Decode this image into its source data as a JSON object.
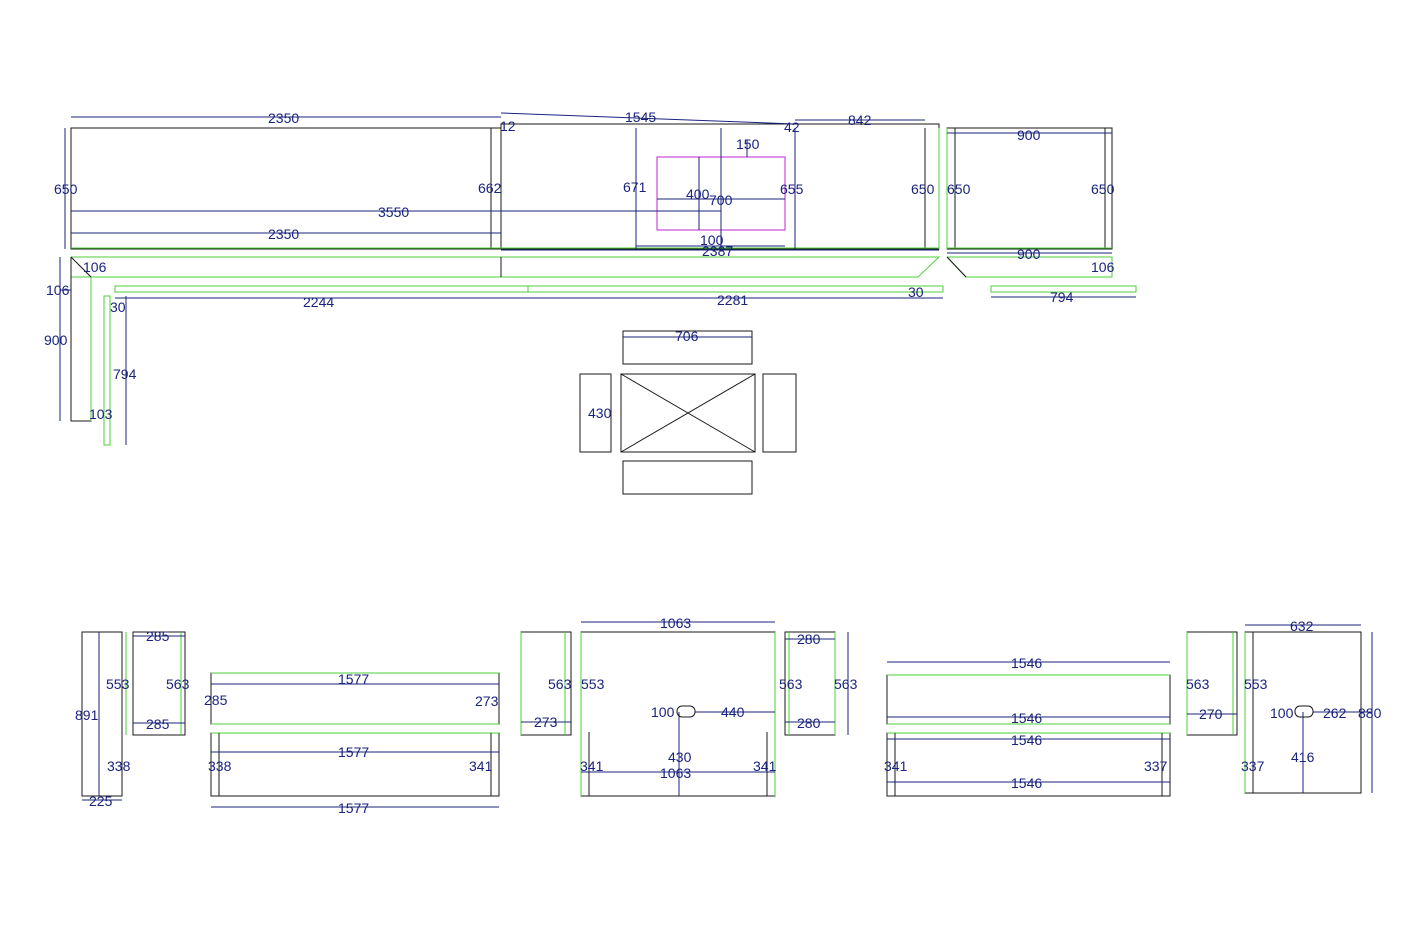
{
  "colors": {
    "background": "#ffffff",
    "line": "#1a1a1a",
    "dimension": "#1a237e",
    "panel_edge": "#4cd137",
    "sink_cutout": "#c026d3"
  },
  "labels": {
    "top_2350": "2350",
    "top_12": "12",
    "top_1545": "1545",
    "top_42": "42",
    "top_842": "842",
    "top_900": "900",
    "left_650": "650",
    "mid_662": "662",
    "sink_671": "671",
    "sink_150": "150",
    "sink_400": "400",
    "sink_700": "700",
    "sink_655": "655",
    "right_650_a": "650",
    "right_650_b": "650",
    "far_650": "650",
    "dim_3550": "3550",
    "dim_2350_low": "2350",
    "sink_100": "100",
    "dim_2387": "2387",
    "island_900_bottom": "900",
    "island_106": "106",
    "leg_106_a": "106",
    "leg_106_b": "106",
    "leg_30": "30",
    "dim_2244": "2244",
    "dim_2281": "2281",
    "dim_30_right": "30",
    "dim_794_right": "794",
    "leg_900": "900",
    "leg_794": "794",
    "leg_103": "103",
    "box_706": "706",
    "box_430": "430",
    "c1_285_top": "285",
    "c1_553": "553",
    "c1_563": "563",
    "c1_891": "891",
    "c1_285_bottom": "285",
    "c1_338": "338",
    "c1_225": "225",
    "c2_1577_top": "1577",
    "c2_285": "285",
    "c2_273": "273",
    "c2_1577_mid": "1577",
    "c2_338": "338",
    "c2_341": "341",
    "c2_1577_bottom": "1577",
    "c3_1063_top": "1063",
    "c3_563": "563",
    "c3_553": "553",
    "c3_273": "273",
    "c3_100": "100",
    "c3_440": "440",
    "c3_563_right": "563",
    "c3_280_top": "280",
    "c3_563_far": "563",
    "c3_280_bottom": "280",
    "c3_430": "430",
    "c3_1063_bottom": "1063",
    "c3_341_left": "341",
    "c3_341_right": "341",
    "c4_1546_top": "1546",
    "c4_1546_mid": "1546",
    "c4_1546_low": "1546",
    "c4_341": "341",
    "c4_337": "337",
    "c4_1546_bottom": "1546",
    "c5_563": "563",
    "c5_553": "553",
    "c5_270": "270",
    "c5_632": "632",
    "c5_100": "100",
    "c5_262": "262",
    "c5_880": "880",
    "c5_337": "337",
    "c5_416": "416"
  }
}
